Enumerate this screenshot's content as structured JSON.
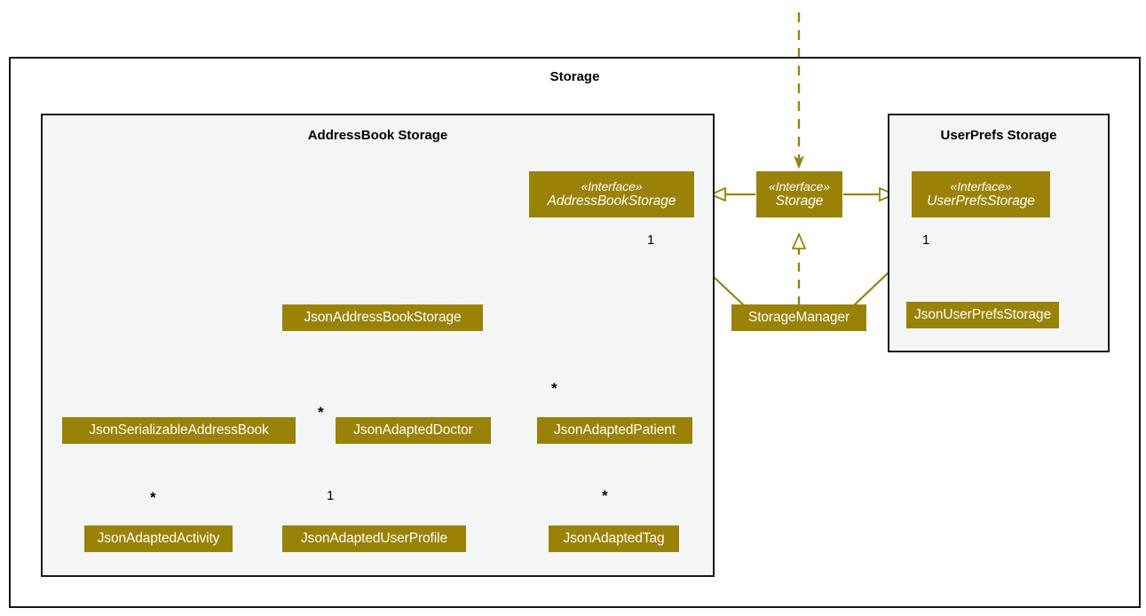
{
  "diagram": {
    "type": "uml-class-diagram",
    "accent_color": "#9A8208",
    "panel_fill": "#f4f6f6",
    "border_color": "#181818",
    "text_on_accent": "#ffffff"
  },
  "frames": {
    "storage": {
      "title": "Storage"
    },
    "addressbook": {
      "title": "AddressBook Storage"
    },
    "userprefs": {
      "title": "UserPrefs Storage"
    }
  },
  "classes": {
    "address_book_storage": {
      "stereotype": "«Interface»",
      "name": "AddressBookStorage"
    },
    "storage": {
      "stereotype": "«Interface»",
      "name": "Storage"
    },
    "user_prefs_storage": {
      "stereotype": "«Interface»",
      "name": "UserPrefsStorage"
    },
    "json_address_book_storage": {
      "name": "JsonAddressBookStorage"
    },
    "storage_manager": {
      "name": "StorageManager"
    },
    "json_user_prefs_storage": {
      "name": "JsonUserPrefsStorage"
    },
    "json_serializable_address_book": {
      "name": "JsonSerializableAddressBook"
    },
    "json_adapted_doctor": {
      "name": "JsonAdaptedDoctor"
    },
    "json_adapted_patient": {
      "name": "JsonAdaptedPatient"
    },
    "json_adapted_activity": {
      "name": "JsonAdaptedActivity"
    },
    "json_adapted_user_profile": {
      "name": "JsonAdaptedUserProfile"
    },
    "json_adapted_tag": {
      "name": "JsonAdaptedTag"
    }
  },
  "multiplicities": {
    "storage_to_abs": "1",
    "storage_to_ups": "1",
    "sab_to_doctor": "*",
    "sab_to_patient": "*",
    "sab_to_activity": "*",
    "sab_to_userprofile": "1",
    "patient_to_tag": "*"
  },
  "relationships": [
    {
      "from": "Storage",
      "to": "AddressBookStorage",
      "kind": "generalization"
    },
    {
      "from": "Storage",
      "to": "UserPrefsStorage",
      "kind": "generalization"
    },
    {
      "from": "StorageManager",
      "to": "Storage",
      "kind": "realization"
    },
    {
      "from": "StorageManager",
      "to": "AddressBookStorage",
      "kind": "association",
      "label": "1"
    },
    {
      "from": "StorageManager",
      "to": "UserPrefsStorage",
      "kind": "association",
      "label": "1"
    },
    {
      "from": "JsonUserPrefsStorage",
      "to": "UserPrefsStorage",
      "kind": "realization"
    },
    {
      "from": "JsonAddressBookStorage",
      "to": "AddressBookStorage",
      "kind": "realization"
    },
    {
      "from": "JsonAddressBookStorage",
      "to": "JsonSerializableAddressBook",
      "kind": "dependency"
    },
    {
      "from": "JsonSerializableAddressBook",
      "to": "JsonAdaptedDoctor",
      "kind": "association",
      "label": "*"
    },
    {
      "from": "JsonSerializableAddressBook",
      "to": "JsonAdaptedPatient",
      "kind": "association",
      "label": "*"
    },
    {
      "from": "JsonSerializableAddressBook",
      "to": "JsonAdaptedActivity",
      "kind": "association",
      "label": "*"
    },
    {
      "from": "JsonSerializableAddressBook",
      "to": "JsonAdaptedUserProfile",
      "kind": "association",
      "label": "1"
    },
    {
      "from": "JsonAdaptedPatient",
      "to": "JsonAdaptedTag",
      "kind": "association",
      "label": "*"
    },
    {
      "from": "external",
      "to": "Storage",
      "kind": "dependency-inbound"
    }
  ]
}
